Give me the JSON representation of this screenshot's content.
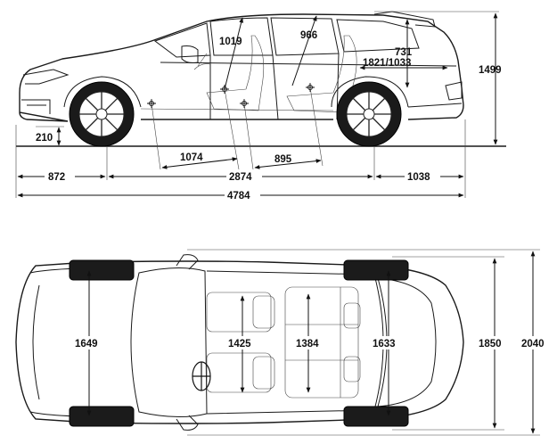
{
  "side_view": {
    "dims": {
      "head_front": "1019",
      "head_rear": "966",
      "cargo_height": "731",
      "cargo_length": "1821/1033",
      "height": "1499",
      "ground_clearance": "210",
      "legroom_front": "1074",
      "legroom_rear": "895",
      "front_overhang": "872",
      "wheelbase": "2874",
      "rear_overhang": "1038",
      "length": "4784"
    }
  },
  "top_view": {
    "dims": {
      "front_track": "1649",
      "shoulder_front": "1425",
      "shoulder_rear": "1384",
      "rear_track": "1633",
      "width": "1850",
      "width_mirrors": "2040"
    }
  },
  "colors": {
    "line": "#1a1a1a",
    "background": "#ffffff",
    "tire": "#1b1b1b"
  },
  "icons": [
    "arrow-down-icon",
    "arrow-up-icon",
    "seat-reference-point-icon"
  ]
}
